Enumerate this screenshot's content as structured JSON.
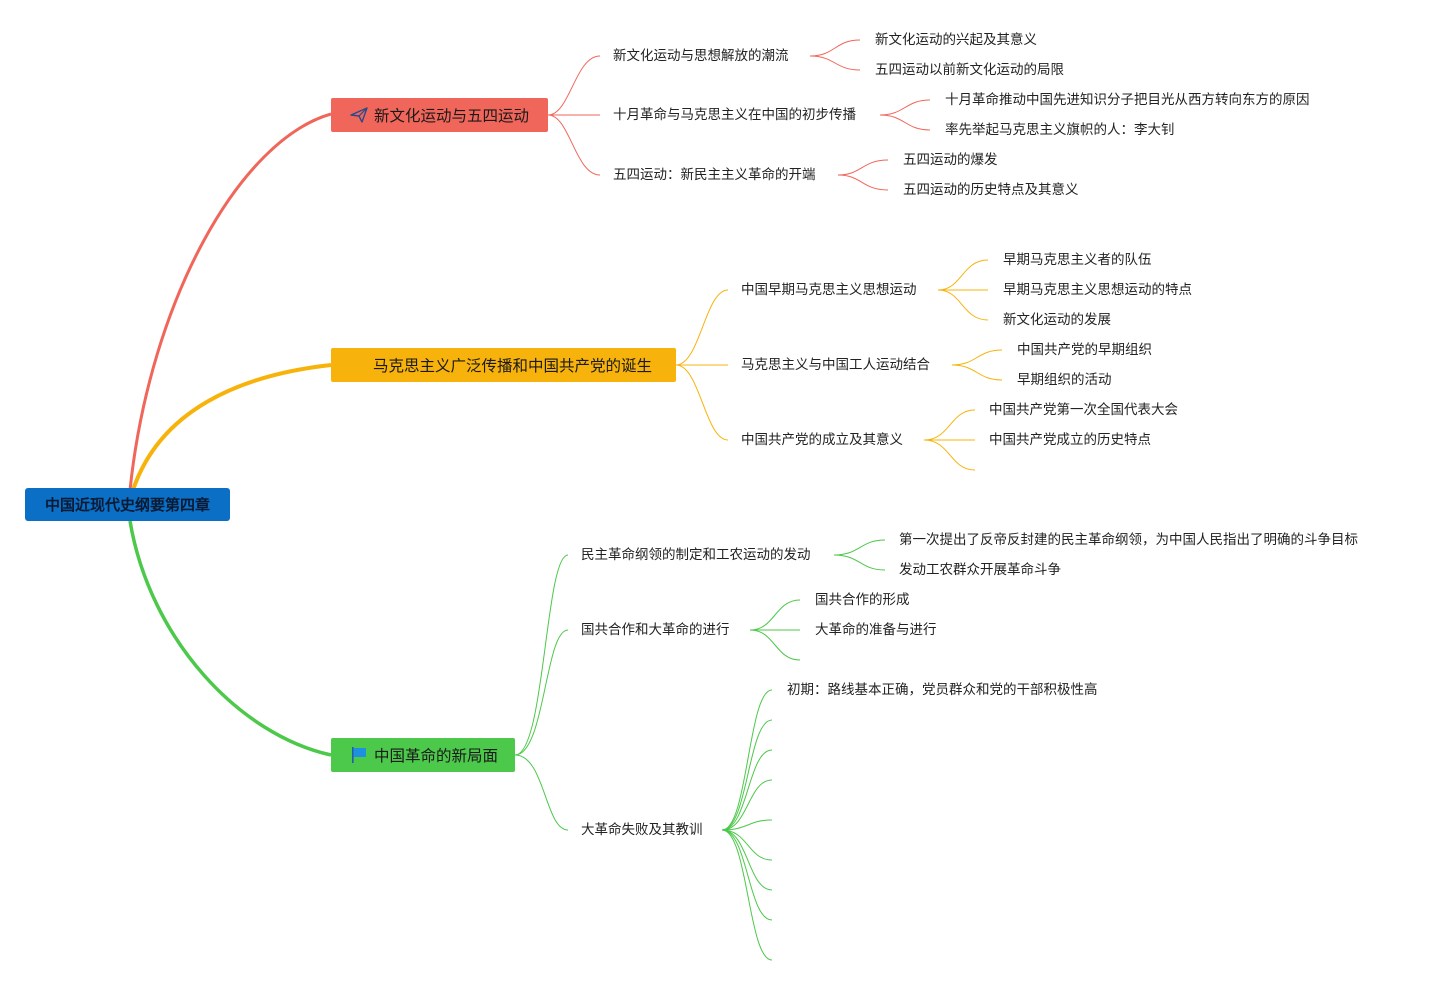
{
  "root": {
    "label": "中国近现代史纲要第四章"
  },
  "colors": {
    "root": "#0b6fc6",
    "branch1": "#f0665a",
    "branch2": "#f7b30b",
    "branch3": "#4cc84a"
  },
  "branches": [
    {
      "label": "新文化运动与五四运动",
      "icon": "paper-plane-icon",
      "subs": [
        {
          "label": "新文化运动与思想解放的潮流",
          "items": [
            "新文化运动的兴起及其意义",
            "五四运动以前新文化运动的局限"
          ]
        },
        {
          "label": "十月革命与马克思主义在中国的初步传播",
          "items": [
            "十月革命推动中国先进知识分子把目光从西方转向东方的原因",
            "率先举起马克思主义旗帜的人：李大钊"
          ]
        },
        {
          "label": "五四运动：新民主主义革命的开端",
          "items": [
            "五四运动的爆发",
            "五四运动的历史特点及其意义"
          ]
        }
      ]
    },
    {
      "label": "马克思主义广泛传播和中国共产党的诞生",
      "icon": "",
      "subs": [
        {
          "label": "中国早期马克思主义思想运动",
          "items": [
            "早期马克思主义者的队伍",
            "早期马克思主义思想运动的特点",
            "新文化运动的发展"
          ]
        },
        {
          "label": "马克思主义与中国工人运动结合",
          "items": [
            "中国共产党的早期组织",
            "早期组织的活动"
          ]
        },
        {
          "label": "中国共产党的成立及其意义",
          "items": [
            "中国共产党第一次全国代表大会",
            "中国共产党成立的历史特点",
            ""
          ]
        }
      ]
    },
    {
      "label": "中国革命的新局面",
      "icon": "blue-flag-icon",
      "subs": [
        {
          "label": "民主革命纲领的制定和工农运动的发动",
          "items": [
            "第一次提出了反帝反封建的民主革命纲领，为中国人民指出了明确的斗争目标",
            "发动工农群众开展革命斗争"
          ]
        },
        {
          "label": "国共合作和大革命的进行",
          "items": [
            "国共合作的形成",
            "大革命的准备与进行",
            ""
          ]
        },
        {
          "label": "大革命失败及其教训",
          "items": [
            "初期：路线基本正确，党员群众和党的干部积极性高",
            "",
            "",
            "",
            "",
            "",
            "",
            "",
            ""
          ]
        }
      ]
    }
  ]
}
